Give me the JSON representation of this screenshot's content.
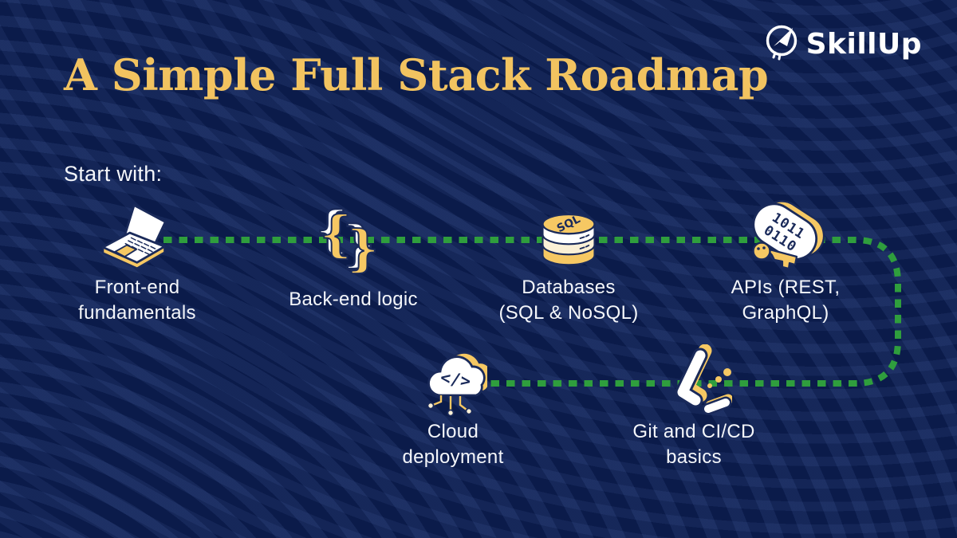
{
  "brand": {
    "name": "SkillUp",
    "icon": "rocket-circle-icon"
  },
  "title": "A Simple Full Stack Roadmap",
  "intro_label": "Start with:",
  "colors": {
    "background": "#0B1B4A",
    "stripe": "#16275A",
    "gold": "#F2C360",
    "icon_gold": "#F6C863",
    "cream": "#FBF0D6",
    "green_path": "#2F9E3D",
    "text": "#F4F6FA",
    "outline_navy": "#1A2A5A"
  },
  "roadmap": {
    "path_style": "dotted",
    "steps": [
      {
        "id": "frontend",
        "icon": "laptop-icon",
        "label": "Front-end fundamentals",
        "lines": [
          "Front-end",
          "fundamentals"
        ]
      },
      {
        "id": "backend",
        "icon": "curly-braces-icon",
        "label": "Back-end logic",
        "lines": [
          "Back-end logic"
        ]
      },
      {
        "id": "databases",
        "icon": "sql-database-icon",
        "label": "Databases (SQL & NoSQL)",
        "lines": [
          "Databases",
          "(SQL & NoSQL)"
        ],
        "icon_text": "SQL"
      },
      {
        "id": "apis",
        "icon": "binary-key-icon",
        "label": "APIs (REST, GraphQL)",
        "lines": [
          "APIs (REST,",
          "GraphQL)"
        ],
        "icon_text_line1": "1011",
        "icon_text_line2": "0110"
      },
      {
        "id": "cloud",
        "icon": "cloud-code-icon",
        "label": "Cloud deployment",
        "lines": [
          "Cloud",
          "deployment"
        ],
        "icon_text": "</>"
      },
      {
        "id": "git",
        "icon": "git-cicd-icon",
        "label": "Git and CI/CD basics",
        "lines": [
          "Git and CI/CD",
          "basics"
        ]
      }
    ]
  }
}
